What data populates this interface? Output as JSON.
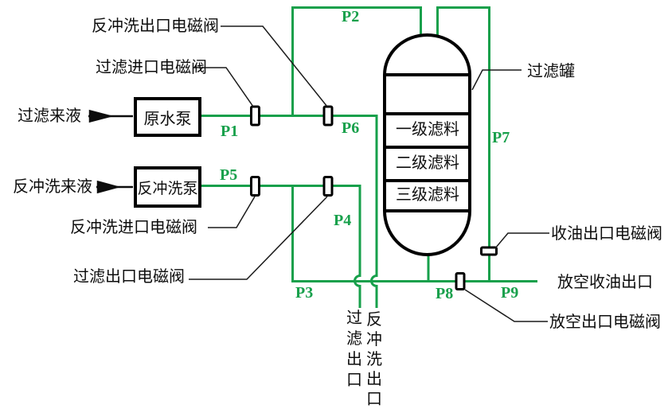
{
  "colors": {
    "pipe_green": "#17a04b",
    "ink": "#000000"
  },
  "feeds": {
    "filter_feed": "过滤来液",
    "backwash_feed": "反冲洗来液"
  },
  "pumps": {
    "raw_water_pump": "原水泵",
    "backwash_pump": "反冲洗泵"
  },
  "valve_labels": {
    "backwash_outlet_valve": "反冲洗出口电磁阀",
    "filter_inlet_valve": "过滤进口电磁阀",
    "backwash_inlet_valve": "反冲洗进口电磁阀",
    "filter_outlet_valve": "过滤出口电磁阀",
    "oil_outlet_valve": "收油出口电磁阀",
    "vent_outlet_valve": "放空出口电磁阀"
  },
  "pipe_labels": {
    "p1": "P1",
    "p2": "P2",
    "p3": "P3",
    "p4": "P4",
    "p5": "P5",
    "p6": "P6",
    "p7": "P7",
    "p8": "P8",
    "p9": "P9"
  },
  "tank": {
    "name": "过滤罐",
    "media": [
      "一级滤料",
      "二级滤料",
      "三级滤料"
    ]
  },
  "outlets": {
    "filter_outlet": "过滤出口",
    "backwash_outlet": "反冲洗出口",
    "vent_oil_outlet": "放空收油出口"
  }
}
